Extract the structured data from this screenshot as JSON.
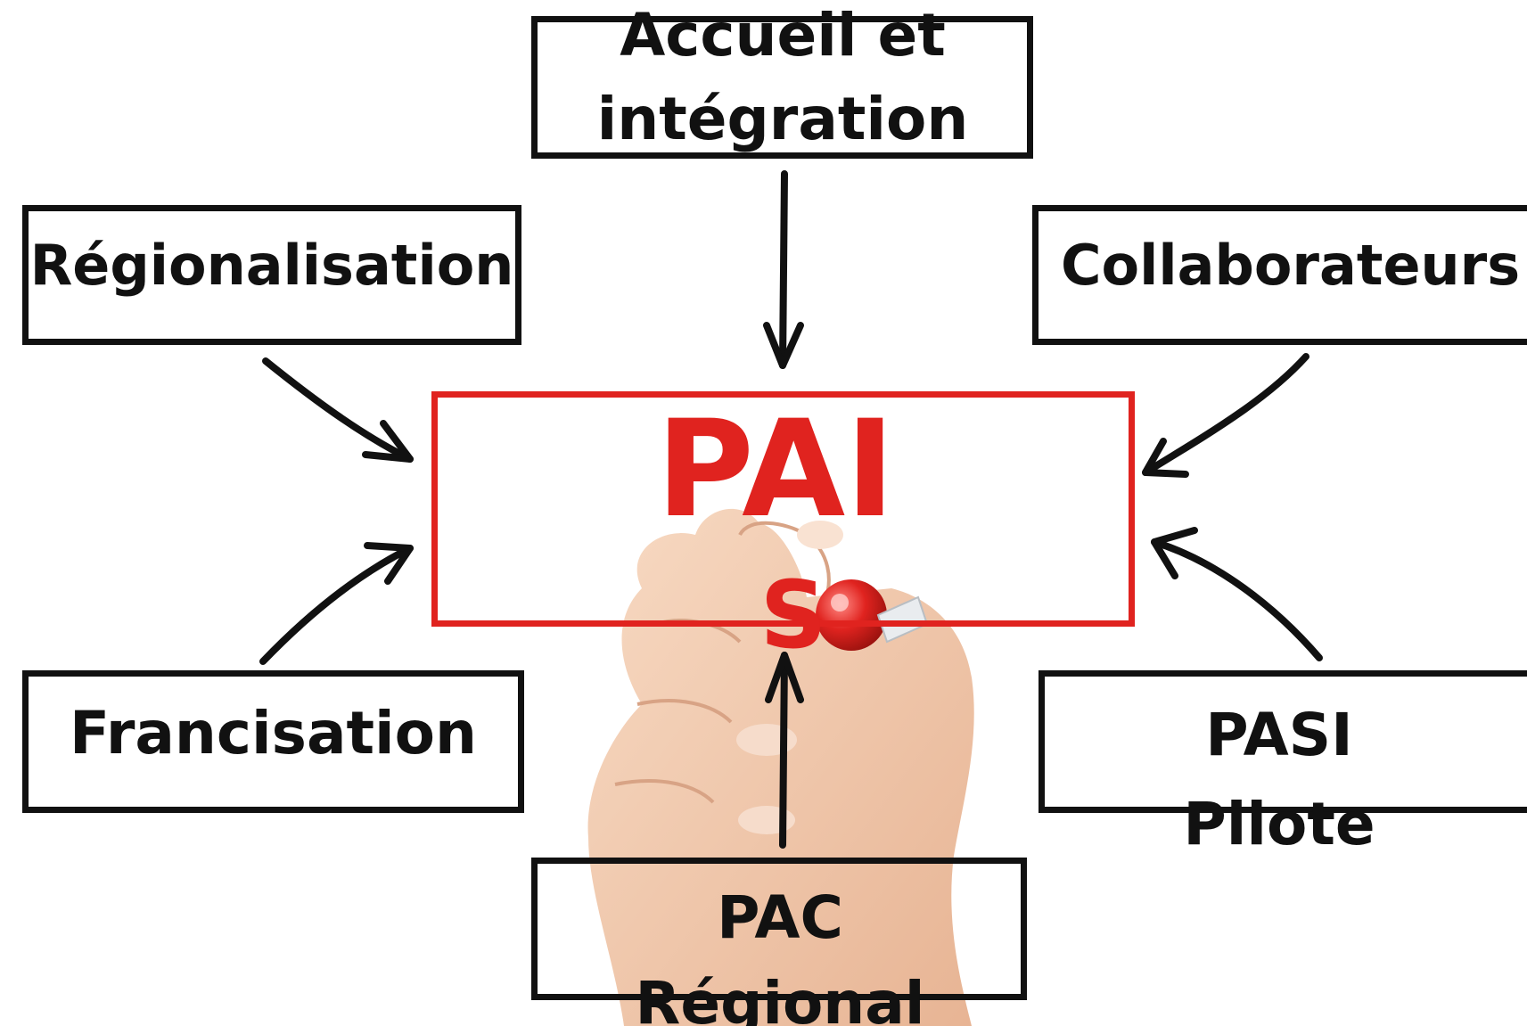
{
  "center": {
    "label_line1": "PAI",
    "label_line2": "S",
    "color": "#e0231f"
  },
  "nodes": {
    "top": {
      "label_line1": "Accueil et",
      "label_line2": "intégration"
    },
    "left_upper": {
      "label": "Régionalisation"
    },
    "right_upper": {
      "label": "Collaborateurs"
    },
    "left_lower": {
      "label": "Francisation"
    },
    "right_lower": {
      "label_line1": "PASI",
      "label_line2": "Pilote"
    },
    "bottom": {
      "label_line1": "PAC",
      "label_line2": "Régional"
    }
  },
  "colors": {
    "ink": "#111111",
    "accent": "#e0231f",
    "skin": "#f2c6a4",
    "marker": "#d9221c"
  }
}
